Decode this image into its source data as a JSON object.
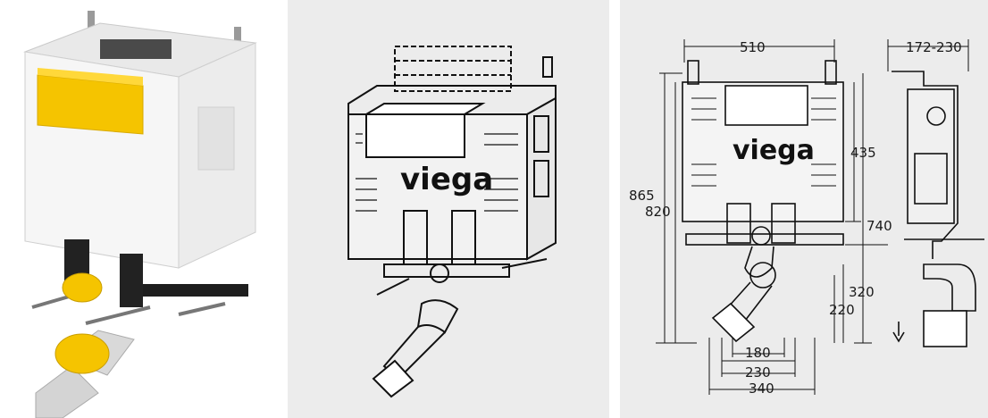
{
  "panels": {
    "photo": {
      "colors": {
        "frame": "#f6f6f6",
        "flush_plate": "#f5c400",
        "pipe": "#d9d9d9",
        "bracket": "#222222"
      }
    },
    "sketch": {
      "brand": "viega"
    },
    "drawing": {
      "brand": "viega",
      "dims": {
        "width_top": "510",
        "depth": "172-230",
        "h_total": "865",
        "h_frame": "820",
        "h_mid": "435",
        "h_right": "740",
        "h_320": "320",
        "h_220": "220",
        "w_180": "180",
        "w_230": "230",
        "w_340": "340"
      }
    }
  }
}
